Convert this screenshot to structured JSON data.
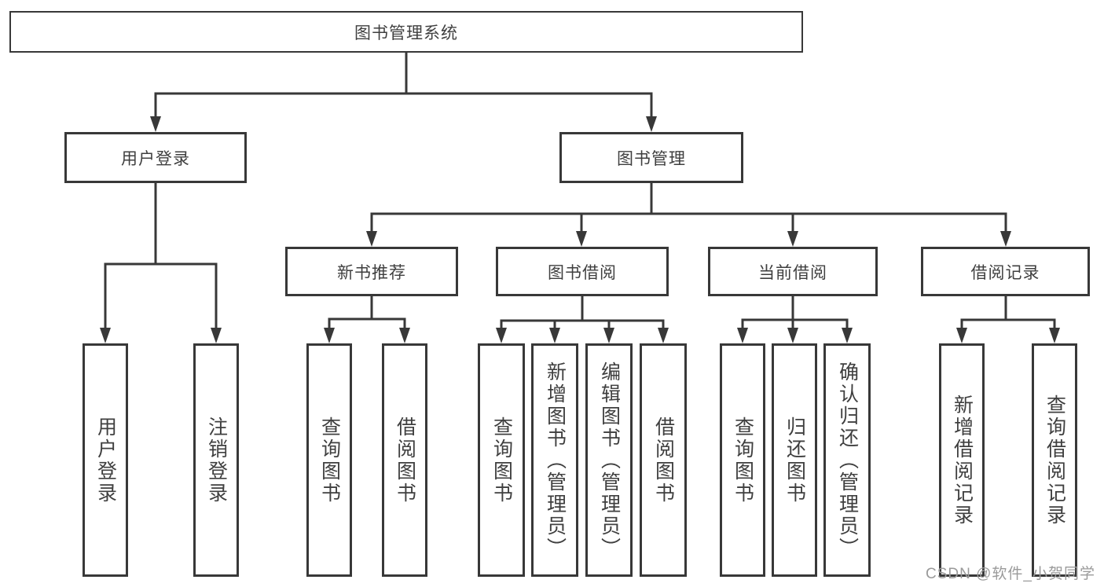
{
  "diagram_type": "hierarchy-chart",
  "colors": {
    "line": "#383838",
    "box_border": "#383838",
    "text": "#3f3f3f",
    "background": "#ffffff",
    "watermark": "#9a9a9a"
  },
  "tree": {
    "label": "图书管理系统",
    "children": [
      {
        "label": "用户登录",
        "children": [
          {
            "label": "用户登录"
          },
          {
            "label": "注销登录"
          }
        ]
      },
      {
        "label": "图书管理",
        "children": [
          {
            "label": "新书推荐",
            "children": [
              {
                "label": "查询图书"
              },
              {
                "label": "借阅图书"
              }
            ]
          },
          {
            "label": "图书借阅",
            "children": [
              {
                "label": "查询图书"
              },
              {
                "label": "新增图书（管理员）"
              },
              {
                "label": "编辑图书（管理员）"
              },
              {
                "label": "借阅图书"
              }
            ]
          },
          {
            "label": "当前借阅",
            "children": [
              {
                "label": "查询图书"
              },
              {
                "label": "归还图书"
              },
              {
                "label": "确认归还（管理员）"
              }
            ]
          },
          {
            "label": "借阅记录",
            "children": [
              {
                "label": "新增借阅记录"
              },
              {
                "label": "查询借阅记录"
              }
            ]
          }
        ]
      }
    ]
  },
  "watermark": {
    "text": "CSDN @软件_小贺同学"
  }
}
